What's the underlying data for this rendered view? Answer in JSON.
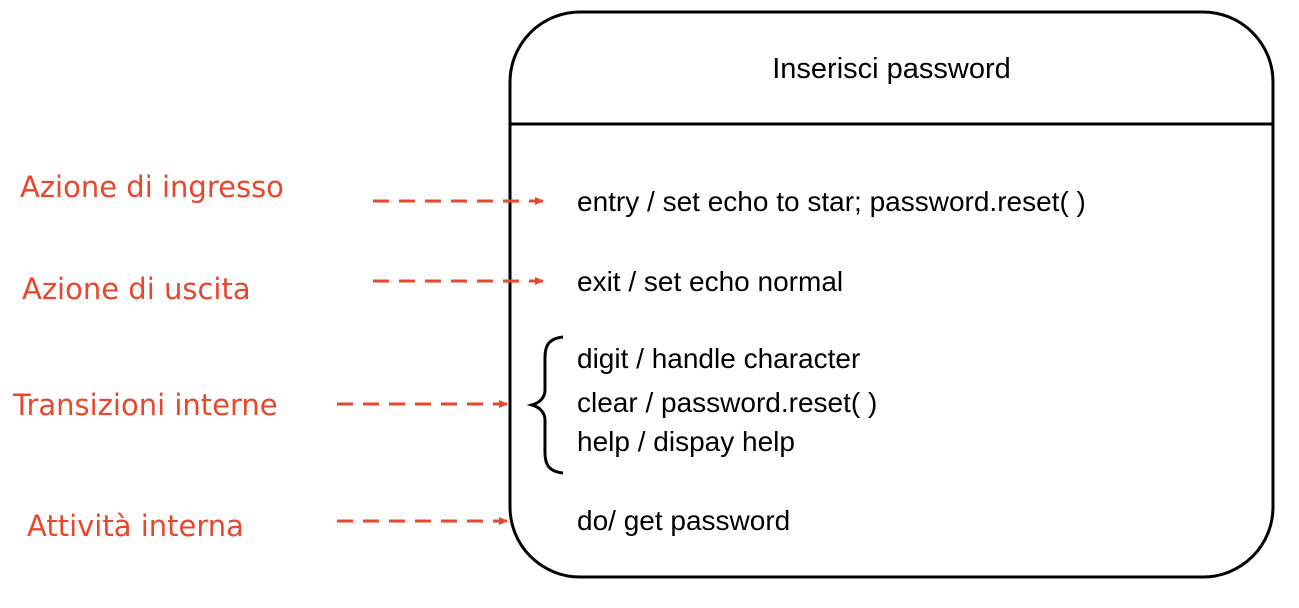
{
  "colors": {
    "annotation": "#E8472C",
    "stroke": "#000000"
  },
  "state": {
    "name": "Inserisci password",
    "entry_action": "entry / set echo to star; password.reset( )",
    "exit_action": "exit / set echo normal",
    "internal_transitions": [
      "digit / handle character",
      "clear / password.reset( )",
      "help / dispay help"
    ],
    "do_activity": "do/ get password"
  },
  "annotations": {
    "entry": "Azione di ingresso",
    "exit": "Azione di uscita",
    "internal_transitions": "Transizioni interne",
    "internal_activity": "Attività interna"
  }
}
